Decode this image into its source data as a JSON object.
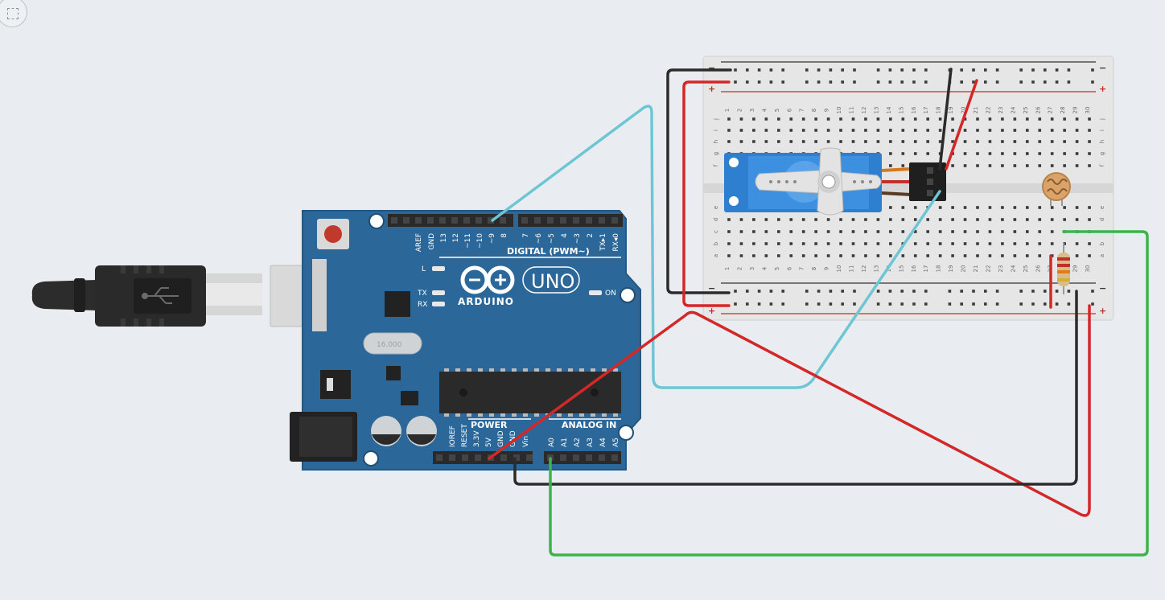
{
  "arduino": {
    "digital_header_labels": [
      "AREF",
      "GND",
      "13",
      "12",
      "~11",
      "~10",
      "~9",
      "8",
      "7",
      "~6",
      "~5",
      "4",
      "~3",
      "2",
      "TX▸1",
      "RX◂0"
    ],
    "digital_title": "DIGITAL (PWM~)",
    "logo_text": "ARDUINO",
    "model": "UNO",
    "led_l": "L",
    "led_tx": "TX",
    "led_rx": "RX",
    "led_on": "ON",
    "crystal": "16.000",
    "power_title": "POWER",
    "analog_title": "ANALOG IN",
    "power_labels": [
      "IOREF",
      "RESET",
      "3.3V",
      "5V",
      "GND",
      "GND",
      "Vin"
    ],
    "analog_labels": [
      "A0",
      "A1",
      "A2",
      "A3",
      "A4",
      "A5"
    ]
  },
  "breadboard": {
    "row_letters_top": [
      "j",
      "i",
      "h",
      "g",
      "f"
    ],
    "row_letters_bottom": [
      "e",
      "d",
      "c",
      "b",
      "a"
    ],
    "columns": 30,
    "plus": "+",
    "minus": "−"
  },
  "wires": [
    {
      "name": "wire-5v-to-plus-rail",
      "color": "#d42727"
    },
    {
      "name": "wire-gnd-to-minus-rail",
      "color": "#2b2b2b"
    },
    {
      "name": "wire-pin9-to-servo-signal",
      "color": "#6ec6d4"
    },
    {
      "name": "wire-a0-to-ldr",
      "color": "#3eb34a"
    }
  ],
  "components": [
    "usb-cable",
    "arduino-uno",
    "breadboard",
    "servo-motor",
    "photoresistor",
    "resistor"
  ]
}
